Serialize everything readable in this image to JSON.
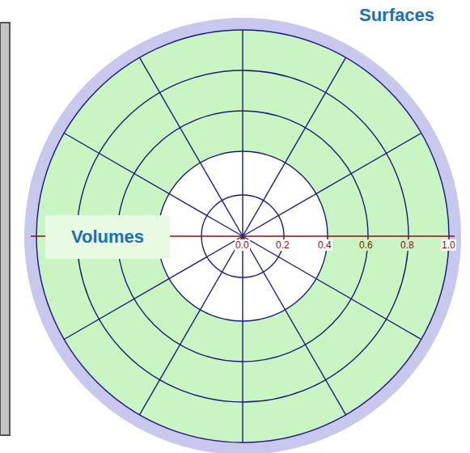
{
  "diagram": {
    "nodes": [
      {
        "text": [
          "Volumes"
        ]
      }
    ],
    "labels": [
      "Surfaces",
      "0.0",
      "0.2",
      "0.4",
      "0.6",
      "0.8",
      "1.0"
    ]
  }
}
